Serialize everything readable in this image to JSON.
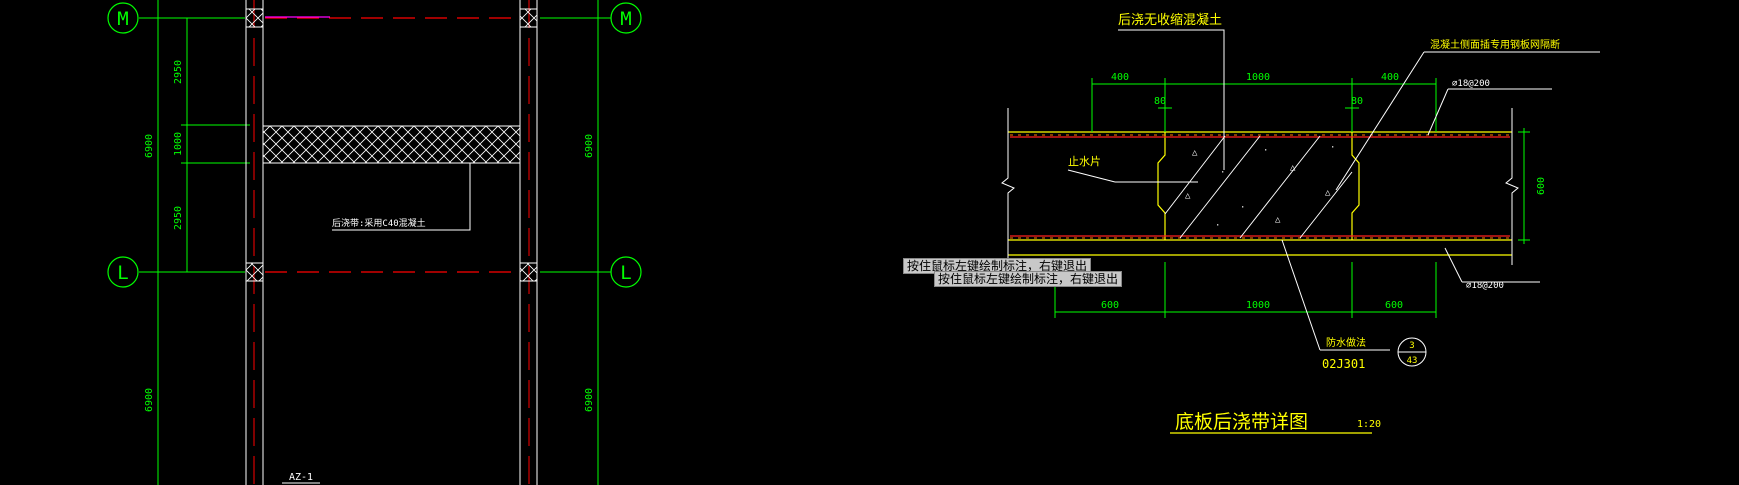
{
  "left_plan": {
    "grid_bubbles": {
      "top": "M",
      "bottom": "L"
    },
    "dims_left": [
      "2950",
      "1000",
      "2950"
    ],
    "dim_total_upper": "6900",
    "dim_total_lower": "6900",
    "dim_right_upper": "6900",
    "dim_right_lower": "6900",
    "leader_note": "后浇带:采用C40混凝土",
    "bottom_label": "AZ-1"
  },
  "detail": {
    "title": "底板后浇带详图",
    "scale": "1:20",
    "top_note": "后浇无收缩混凝土",
    "right_note": "混凝土侧面插专用钢板网隔断",
    "rebar_top": "⌀18@200",
    "rebar_bottom": "⌀18@200",
    "waterstop": "止水片",
    "waterproof": "防水做法",
    "std_atlas": "02J301",
    "ref_number": "3",
    "ref_page": "43",
    "top_dims": [
      "400",
      "1000",
      "400"
    ],
    "small_dims": [
      "80",
      "80"
    ],
    "bottom_dims": [
      "600",
      "1000",
      "600"
    ],
    "height_dim": "600"
  },
  "tooltips": {
    "first": "按住鼠标左键绘制标注，右键退出",
    "second": "按住鼠标左键绘制标注，右键退出"
  },
  "colors": {
    "background": "#000000",
    "axis": "#00ff00",
    "column": "#ffffff",
    "center_line": "#ff0000",
    "slab": "#ffff00",
    "text_yellow": "#ffff00"
  }
}
